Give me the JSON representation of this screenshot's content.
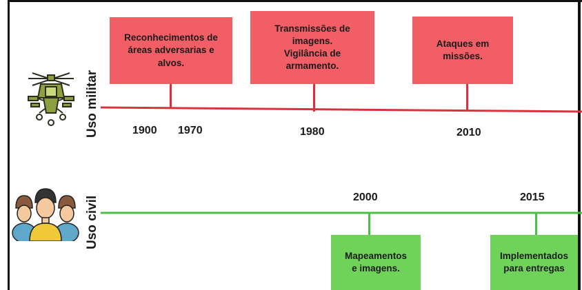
{
  "military": {
    "label": "Uso militar",
    "years": [
      "1900",
      "1970",
      "1980",
      "2010"
    ],
    "events": [
      "Reconhecimentos de áreas adversarias e alvos.",
      "Transmissões de imagens. Vigilância de armamento.",
      "Ataques em missões."
    ],
    "color": "#f25e66",
    "line_color": "#d8323f",
    "icon": "helicopter-icon"
  },
  "civil": {
    "label": "Uso civil",
    "years": [
      "2000",
      "2015"
    ],
    "events": [
      "Mapeamentos e imagens.",
      "Implementados para entregas"
    ],
    "color": "#6fd35a",
    "line_color": "#4bbf45",
    "icon": "people-group-icon"
  }
}
